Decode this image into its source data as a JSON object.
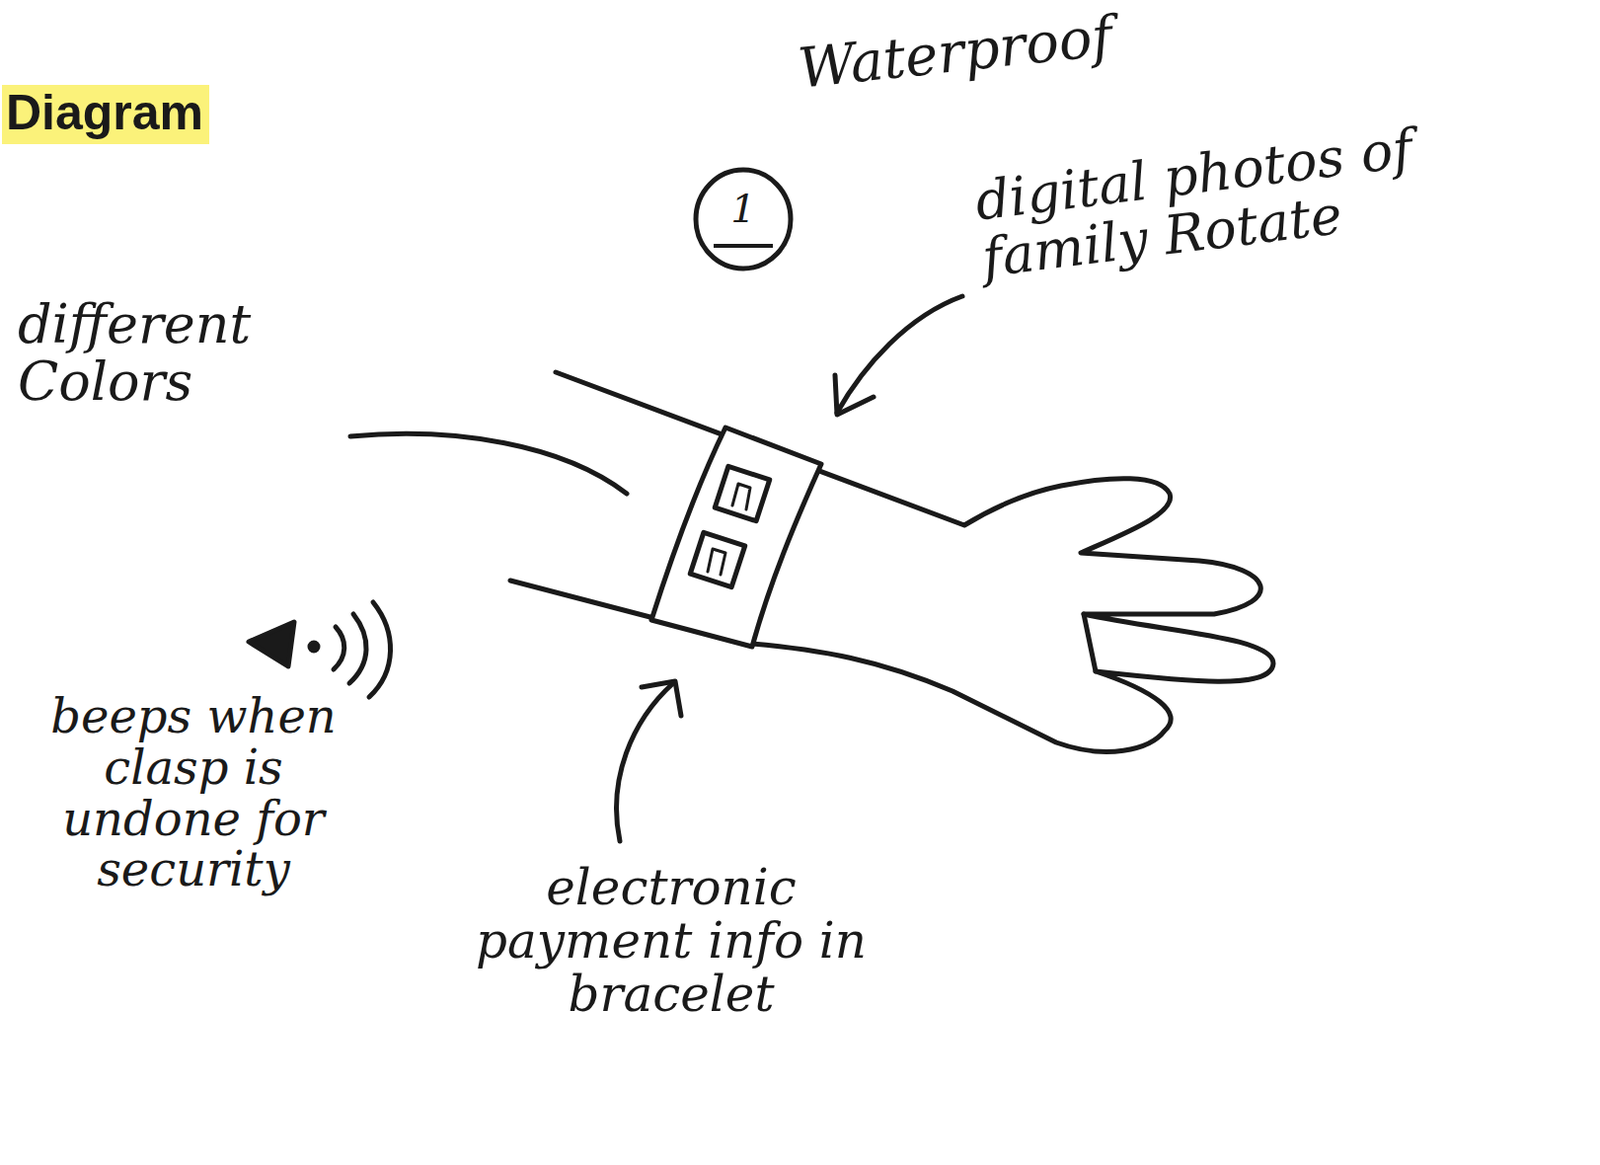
{
  "diagram": {
    "title": "Diagram",
    "nodes": [
      {
        "text": [
          "1"
        ]
      }
    ],
    "labels": [
      "Waterproof",
      "digital photos of family Rotate",
      "different Colors",
      "beeps when clasp is undone for security",
      "electronic payment info in bracelet"
    ]
  }
}
